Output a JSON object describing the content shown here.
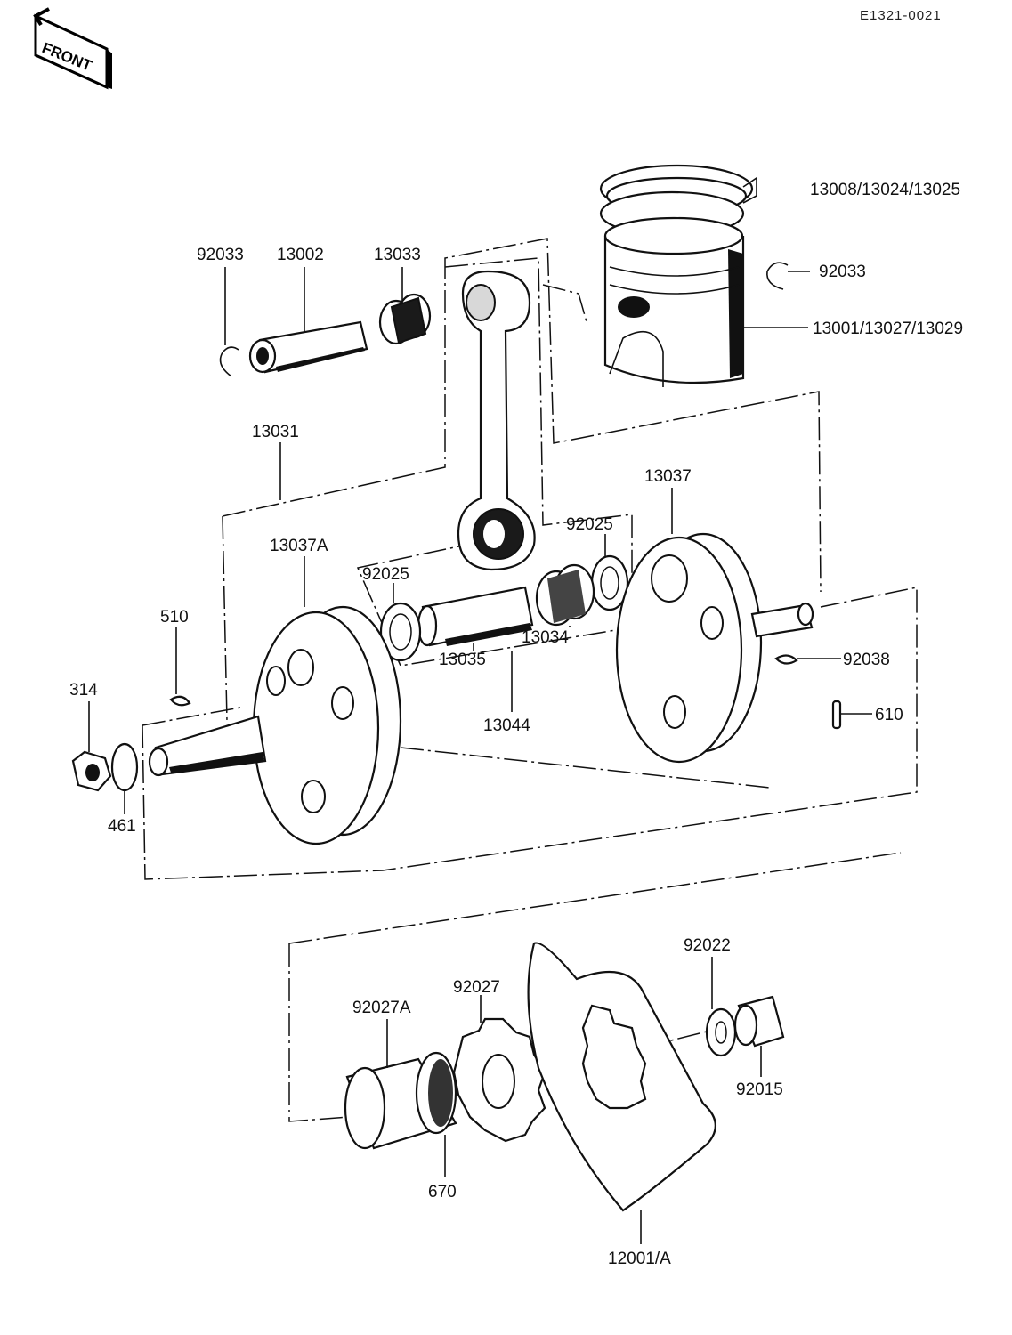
{
  "diagram_code": "E1321-0021",
  "front_marker": "FRONT",
  "callouts": {
    "ring_set": "13008/13024/13025",
    "circlip_right": "92033",
    "piston": "13001/13027/13029",
    "circlip_left": "92033",
    "piston_pin": "13002",
    "small_end_bearing": "13033",
    "crankshaft_assy": "13031",
    "flywheel_right": "13037",
    "washer_right": "92025",
    "flywheel_left": "13037A",
    "washer_left": "92025",
    "big_end_bearing": "13034",
    "crank_pin": "13035",
    "conrod_assy": "13044",
    "key_left": "510",
    "nut": "314",
    "lock_washer": "461",
    "key_right": "92038",
    "pin": "610",
    "washer_92022": "92022",
    "sprocket": "92027",
    "collar": "92027A",
    "nut_92015": "92015",
    "oring": "670",
    "gear": "12001/A"
  }
}
